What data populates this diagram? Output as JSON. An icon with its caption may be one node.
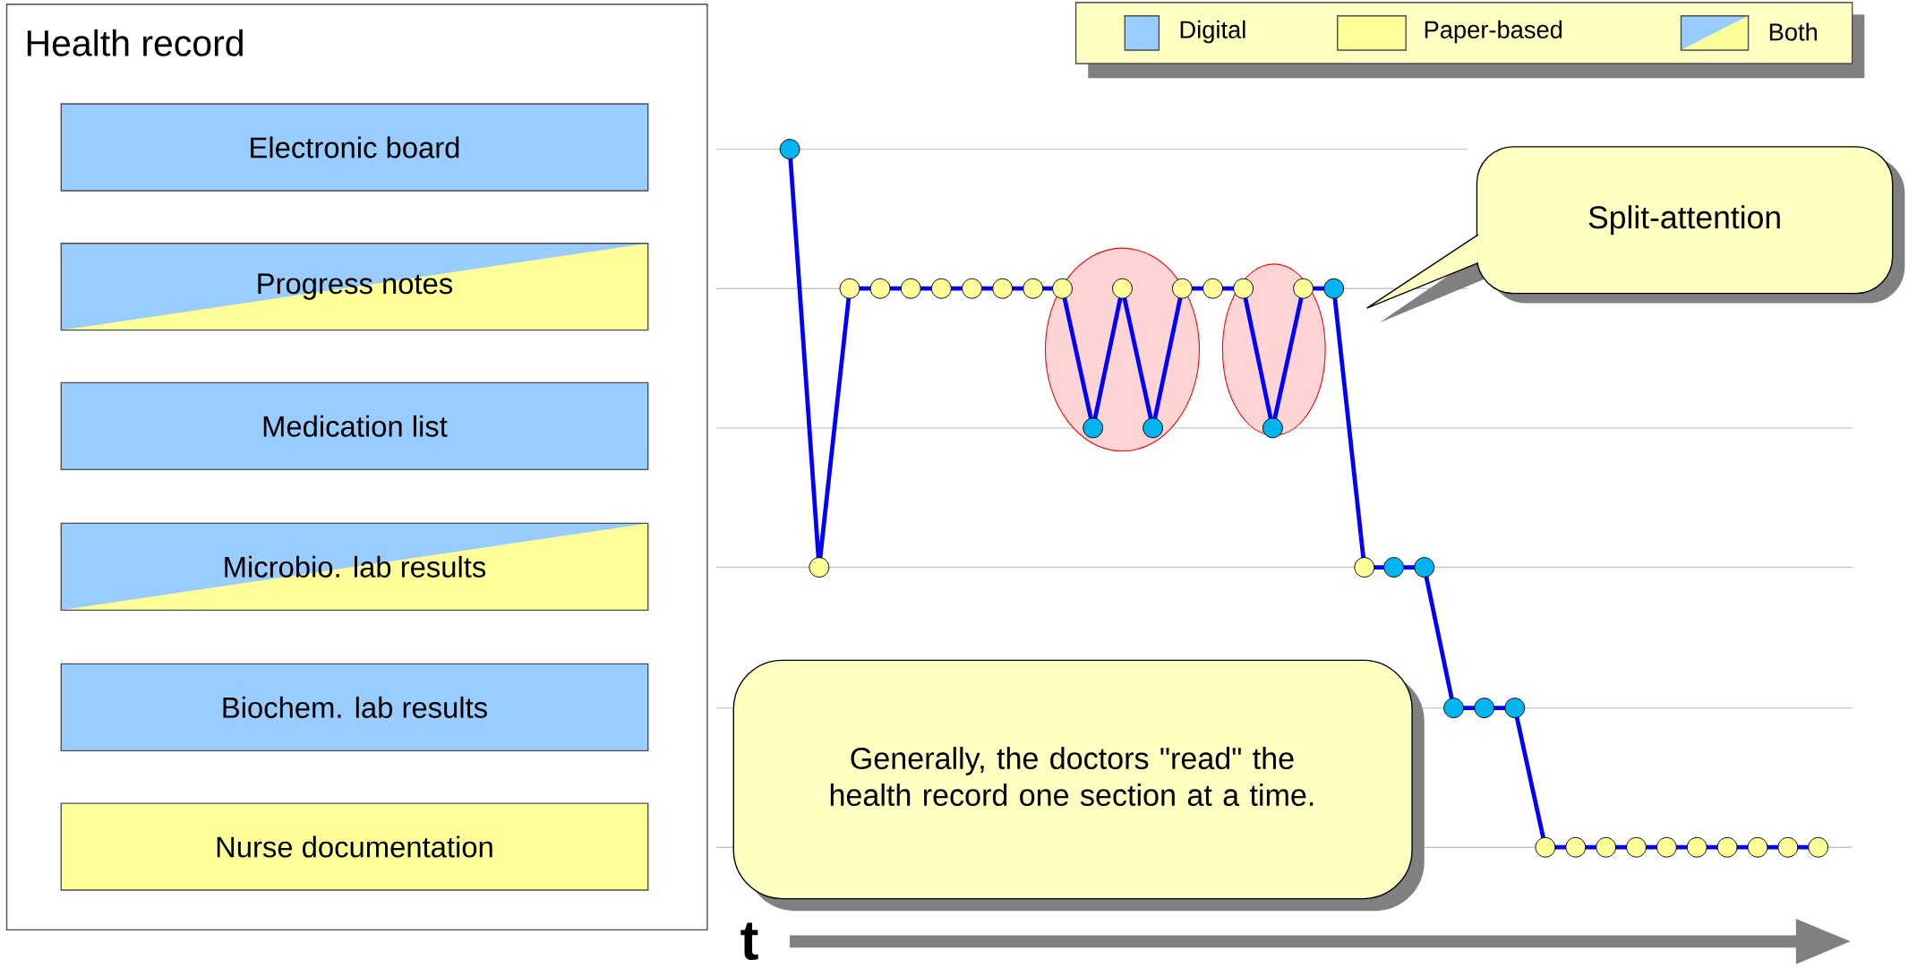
{
  "diagram": {
    "nodes": [
      {
        "text": [
          "Health record"
        ]
      },
      {
        "text": [
          "Electronic board"
        ],
        "in": 0
      },
      {
        "text": [
          "Progress notes"
        ],
        "in": 0
      },
      {
        "text": [
          "Medication list"
        ],
        "in": 0
      },
      {
        "text": [
          "Microbio. lab results"
        ],
        "in": 0
      },
      {
        "text": [
          "Biochem. lab results"
        ],
        "in": 0
      },
      {
        "text": [
          "Nurse documentation"
        ],
        "in": 0
      },
      {
        "text": [
          "Split-attention"
        ]
      },
      {
        "text": [
          "Generally, the doctors \"read\" the health record one section at a time."
        ]
      }
    ],
    "labels": [
      "t"
    ],
    "legend": [
      {
        "text": "Digital",
        "color": "#99ccff"
      },
      {
        "text": "Paper-based",
        "color": "#ffff99"
      },
      {
        "text": "Both"
      }
    ]
  }
}
